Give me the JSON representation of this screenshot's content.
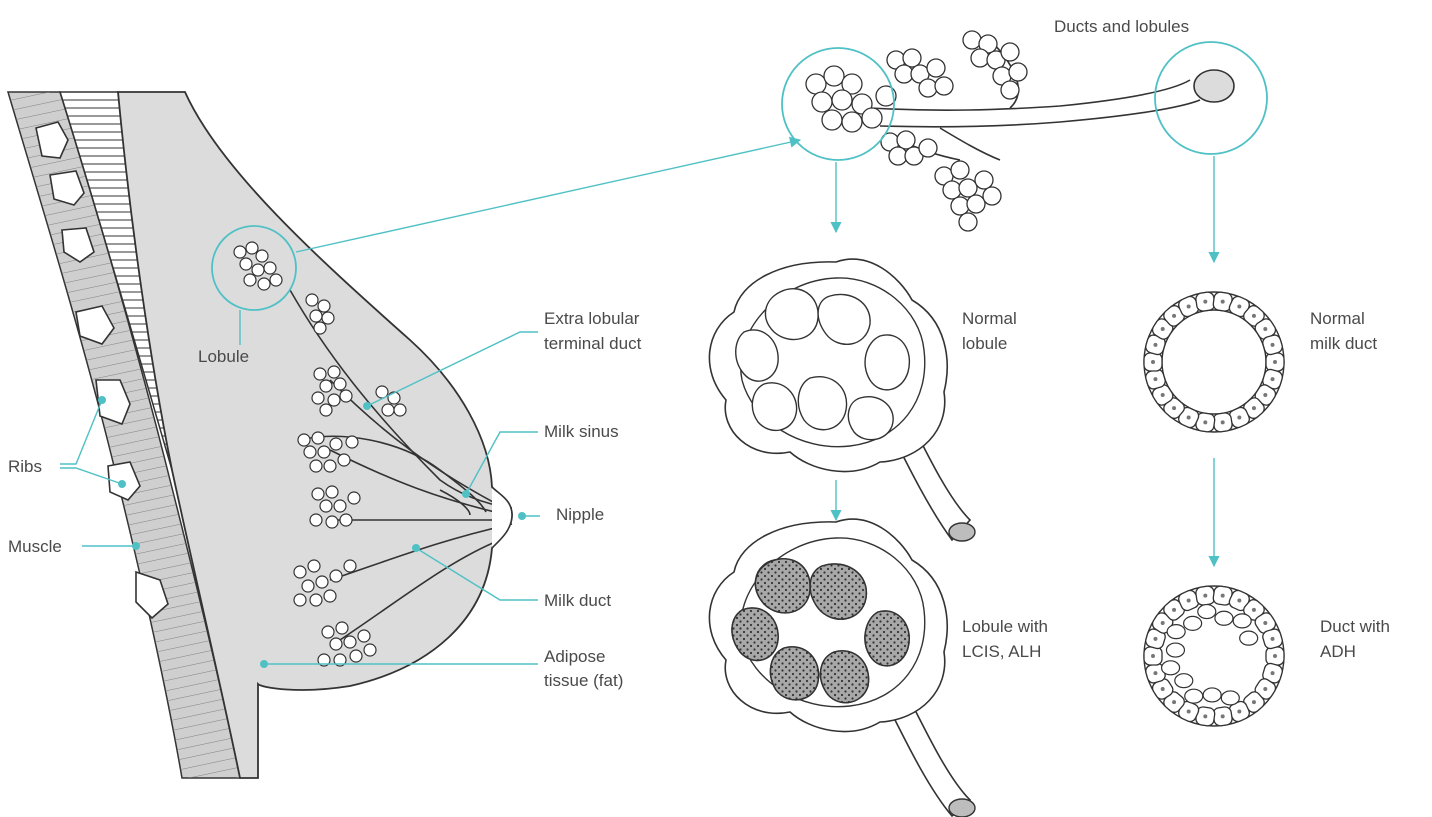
{
  "colors": {
    "accent": "#4fc1c5",
    "tissue": "#dcdcdc",
    "outline": "#333333",
    "text": "#4a4a4a",
    "affected_cells": "#a8a8a8"
  },
  "labels": {
    "ducts_and_lobules": "Ducts and lobules",
    "lobule": "Lobule",
    "extra_lobular_line1": "Extra lobular",
    "extra_lobular_line2": "terminal duct",
    "milk_sinus": "Milk sinus",
    "nipple": "Nipple",
    "milk_duct": "Milk duct",
    "adipose_line1": "Adipose",
    "adipose_line2": "tissue (fat)",
    "ribs": "Ribs",
    "muscle": "Muscle",
    "normal_lobule_line1": "Normal",
    "normal_lobule_line2": "lobule",
    "lobule_lcis_line1": "Lobule with",
    "lobule_lcis_line2": "LCIS, ALH",
    "normal_duct_line1": "Normal",
    "normal_duct_line2": "milk duct",
    "duct_adh_line1": "Duct with",
    "duct_adh_line2": "ADH"
  }
}
